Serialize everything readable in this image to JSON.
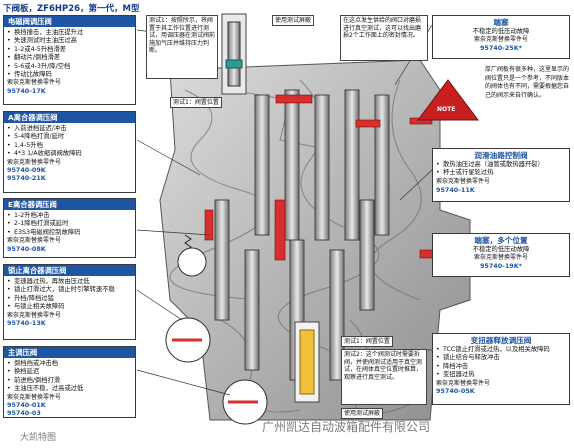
{
  "title": "下阀板，ZF6HP26，第一代，M型",
  "boxes": {
    "solenoid_regulator": {
      "header": "电磁阀调压阀",
      "bullets": [
        "换挡撞击，主油压提升过",
        "失速测试时主油压过高",
        "1-2或4-5升档滑差",
        "翻动片/倒档滑差",
        "5-6或4-3升/降/空档",
        "传动比故障码"
      ],
      "part_label": "索奈克斯替换零件号",
      "part_no": "95740-17K"
    },
    "a_clutch": {
      "header": "A离合器调压阀",
      "bullets": [
        "入前进档延迟/冲击",
        "5-4降档打滑/延时",
        "1,4-5升档",
        "4*3 1/A收缩调阀故障码"
      ],
      "part_label": "索奈克斯替换零件号",
      "part_no_1": "95740-09K",
      "part_no_2": "95740-21K"
    },
    "e_clutch": {
      "header": "E离合器调压阀",
      "bullets": [
        "1-2升档冲击",
        "2-1降档打滑或延时",
        "E3S3电磁阀控制故障码"
      ],
      "part_label": "索奈克斯替换零件号",
      "part_no": "95740-08K"
    },
    "lockup": {
      "header": "锁止离合器调压阀",
      "bullets": [
        "变速器过热，再故由压过低",
        "锁止打滑过大，锁止时引擎转速不稳",
        "升档/降档过猛",
        "与锁止相关故障码"
      ],
      "part_label": "索奈克斯替换零件号",
      "part_no": "95740-13K"
    },
    "main_regulator": {
      "header": "主调压阀",
      "bullets": [
        "倒档挡或冲击档",
        "换档延迟",
        "前进档/倒档打滑",
        "主油压不稳，过高或过低"
      ],
      "part_label": "索奈克斯替换零件号",
      "part_no_1": "95740-01K",
      "part_no_2": "95740-03"
    },
    "end_plug_top": {
      "header": "端塞",
      "lines": [
        "不稳定的低压动故障"
      ],
      "part_label": "索奈克斯替换零件号",
      "part_no": "95740-25K*"
    },
    "lube_control": {
      "header": "润滑油路控制阀",
      "bullets": [
        "散热油压过高（油管或散热器开裂）",
        "杯士或行星轮过热"
      ],
      "part_label": "索奈克斯替换零件号",
      "part_no": "95740-11K"
    },
    "end_plug_multi": {
      "header": "端塞，多个位置",
      "lines": [
        "不稳定的低压动故障"
      ],
      "part_label": "索奈克斯替换零件号",
      "part_no": "95740-19K*"
    },
    "converter_relief": {
      "header": "变扭器释放调压阀",
      "bullets": [
        "TCC锁止打滑或过热，以及相关故障码",
        "锁止结合与释放冲击",
        "降档冲击",
        "变扭器过热"
      ],
      "part_label": "索奈克斯替换零件号",
      "part_no": "95740-05K"
    }
  },
  "note": {
    "icon_text": "NOTE",
    "text": "厚厂阀板有很多种，这里显示的阀位置只是一个参考，不同版本的阀体也有不同，需要根据您自己的阀示来自行确认。"
  },
  "callouts": {
    "test1_top": "测试1：按照所示，将阀置于其工作位置进行测试，用调压器在测试阀前施加气压并维持压力判断。",
    "test_wear_label": "使用测试屏蔽",
    "wear_text": "在这点发生供给的阀口对磨损进行真空测试，这可以找出磨损2个工作面上的密封情况。",
    "test1_label_top": "测试1：阀置位置",
    "test1_label_bottom": "测试1：阀置位置",
    "test2_bottom": "测试2：这个阀测试时需要拆阀，并使阀测试适用于真空测试，在阀体真空位置时推算，观察进行真空测试。",
    "test_wear_label_2": "使用测试屏蔽"
  },
  "watermarks": {
    "left": "大凯特图",
    "right": "广州凯达自动波箱配件有限公司"
  },
  "colors": {
    "accent": "#1f55a5",
    "highlight": "#d92e2e",
    "note_red": "#c82020"
  }
}
